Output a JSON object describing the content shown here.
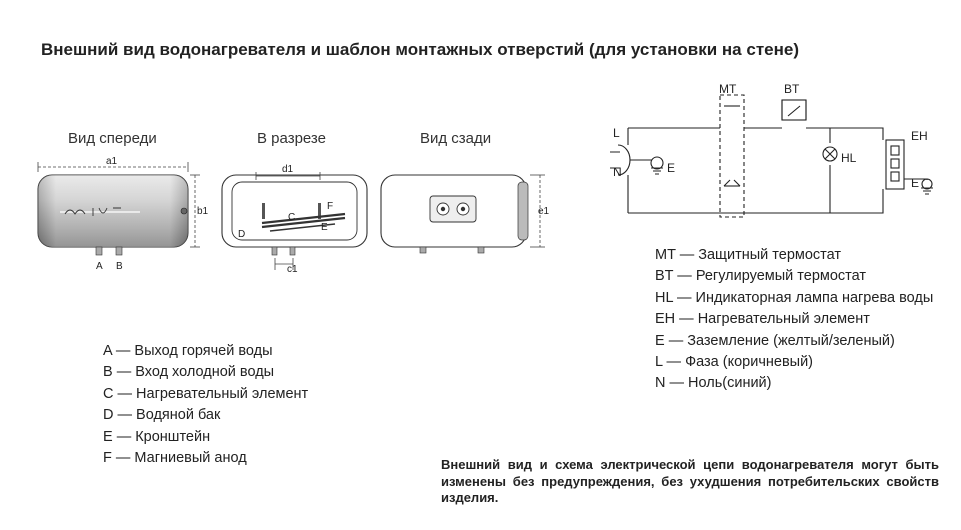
{
  "title": "Внешний вид водонагревателя и шаблон монтажных отверстий (для установки на стене)",
  "views": {
    "front": "Вид спереди",
    "section": "В разрезе",
    "back": "Вид сзади"
  },
  "dimensions": {
    "a1": "a1",
    "b1": "b1",
    "d1": "d1",
    "c1": "c1",
    "e1": "e1"
  },
  "parts_markers": {
    "A": "A",
    "B": "B",
    "C": "C",
    "D": "D",
    "E": "E",
    "F": "F"
  },
  "brand_logo": "logo-signature",
  "schematic_labels": {
    "MT": "MT",
    "BT": "BT",
    "L": "L",
    "N": "N",
    "E": "E",
    "HL": "HL",
    "EH": "EH",
    "E2": "E"
  },
  "parts_legend": [
    "A — Выход горячей воды",
    "B — Вход холодной воды",
    "C — Нагревательный элемент",
    "D — Водяной бак",
    "E — Кронштейн",
    "F — Магниевый анод"
  ],
  "circuit_legend": [
    "MT — Защитный термостат",
    "BT — Регулируемый термостат",
    "HL — Индикаторная лампа нагрева воды",
    "EH — Нагревательный элемент",
    "E — Заземление (желтый/зеленый)",
    "L — Фаза (коричневый)",
    "N — Ноль(синий)"
  ],
  "note": "Внешний вид и схема электрической цепи водонагревателя могут быть изменены без предупреждения, без ухудшения потребительских свойств изделия."
}
